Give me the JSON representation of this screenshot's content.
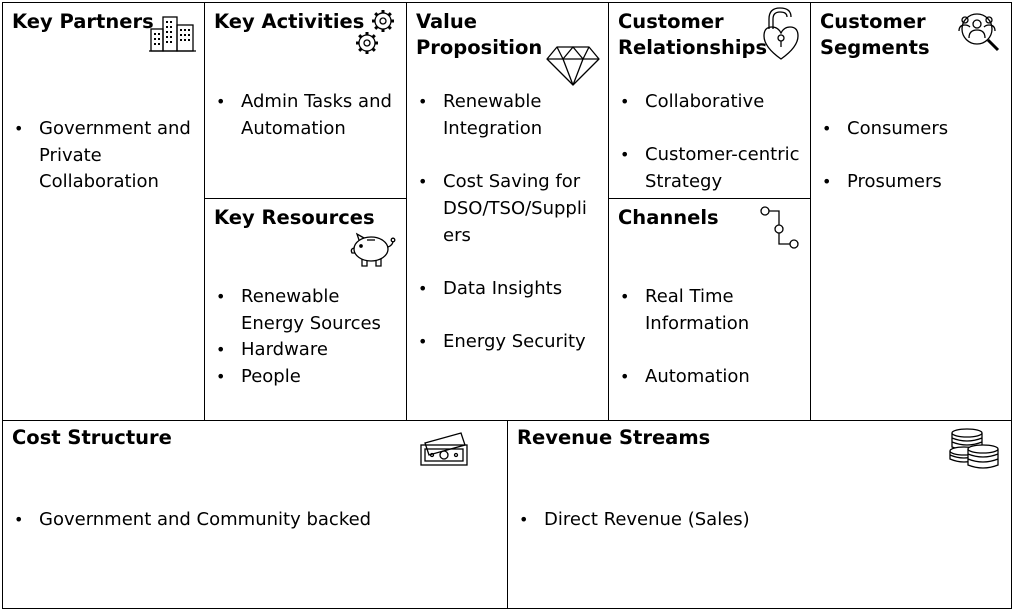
{
  "canvas": {
    "sections": {
      "key_partners": {
        "title": [
          "Key Partners"
        ],
        "icon": "buildings-icon",
        "items": [
          {
            "lines": [
              "Government and",
              "Private",
              "Collaboration"
            ]
          }
        ]
      },
      "key_activities": {
        "title": [
          "Key Activities"
        ],
        "icon": "gears-icon",
        "items": [
          {
            "lines": [
              "Admin Tasks and",
              "Automation"
            ]
          }
        ]
      },
      "key_resources": {
        "title": [
          "Key Resources"
        ],
        "icon": "piggy-bank-icon",
        "items": [
          {
            "lines": [
              "Renewable",
              "Energy Sources"
            ]
          },
          {
            "lines": [
              "Hardware"
            ]
          },
          {
            "lines": [
              "People"
            ]
          }
        ]
      },
      "value_proposition": {
        "title": [
          "Value Proposition"
        ],
        "icon": "diamond-icon",
        "items": [
          {
            "lines": [
              "Renewable",
              "Integration"
            ]
          },
          {
            "lines": [
              "Cost Saving for",
              "DSO/TSO/Suppli",
              "ers"
            ]
          },
          {
            "lines": [
              "Data Insights"
            ]
          },
          {
            "lines": [
              "Energy Security"
            ]
          }
        ]
      },
      "customer_relationships": {
        "title": [
          "Customer",
          "Relationships"
        ],
        "icon": "heart-lock-icon",
        "items": [
          {
            "lines": [
              "Collaborative"
            ]
          },
          {
            "lines": [
              "Customer-centric",
              "Strategy"
            ]
          }
        ]
      },
      "channels": {
        "title": [
          "Channels"
        ],
        "icon": "path-nodes-icon",
        "items": [
          {
            "lines": [
              "Real Time",
              "Information"
            ]
          },
          {
            "lines": [
              "Automation"
            ]
          }
        ]
      },
      "customer_segments": {
        "title": [
          "Customer",
          "Segments"
        ],
        "icon": "people-search-icon",
        "items": [
          {
            "lines": [
              "Consumers"
            ]
          },
          {
            "lines": [
              "Prosumers"
            ]
          }
        ]
      },
      "cost_structure": {
        "title": [
          "Cost Structure"
        ],
        "icon": "money-bills-icon",
        "items": [
          {
            "lines": [
              "Government and Community backed"
            ]
          }
        ]
      },
      "revenue_streams": {
        "title": [
          "Revenue Streams"
        ],
        "icon": "coin-stacks-icon",
        "items": [
          {
            "lines": [
              "Direct Revenue (Sales)"
            ]
          }
        ]
      }
    }
  }
}
